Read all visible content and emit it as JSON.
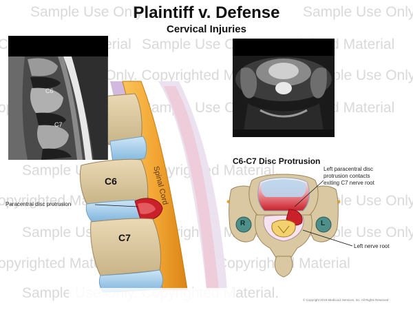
{
  "header": {
    "title": "Plaintiff v. Defense",
    "subtitle": "Cervical Injuries"
  },
  "watermark": {
    "line_a": "Sample Use Only. Copyrighted Material",
    "line_b": "Sample Use Only",
    "line_c": "Copyrighted Material",
    "line_d": "Sample Use Only. Copyrighted Material.",
    "line_e": "opyrighted Material"
  },
  "sagittal_mri": {
    "label_c6": "C6",
    "label_c7": "C7"
  },
  "spine_illustration": {
    "label_c6": "C6",
    "label_c7": "C7",
    "spinal_cord_label": "Spinal Cord",
    "protrusion_label": "Paracentral disc protrusion"
  },
  "axial_section": {
    "heading": "C6-C7 Disc Protrusion",
    "annotation": [
      "Left paracentral disc",
      "protrusion contacts",
      "exiting C7 nerve root"
    ],
    "right_label": "R",
    "left_label": "L",
    "nerve_root_label": "Left nerve root"
  },
  "footer": {
    "copyright": "© Copyright 2019 MedicoLit Services, Inc. All Rights Reserved"
  },
  "colors": {
    "bone": "#d9c8a2",
    "disc": "#9ec9ea",
    "cord": "#f3a734",
    "protrusion": "#c9202a"
  }
}
